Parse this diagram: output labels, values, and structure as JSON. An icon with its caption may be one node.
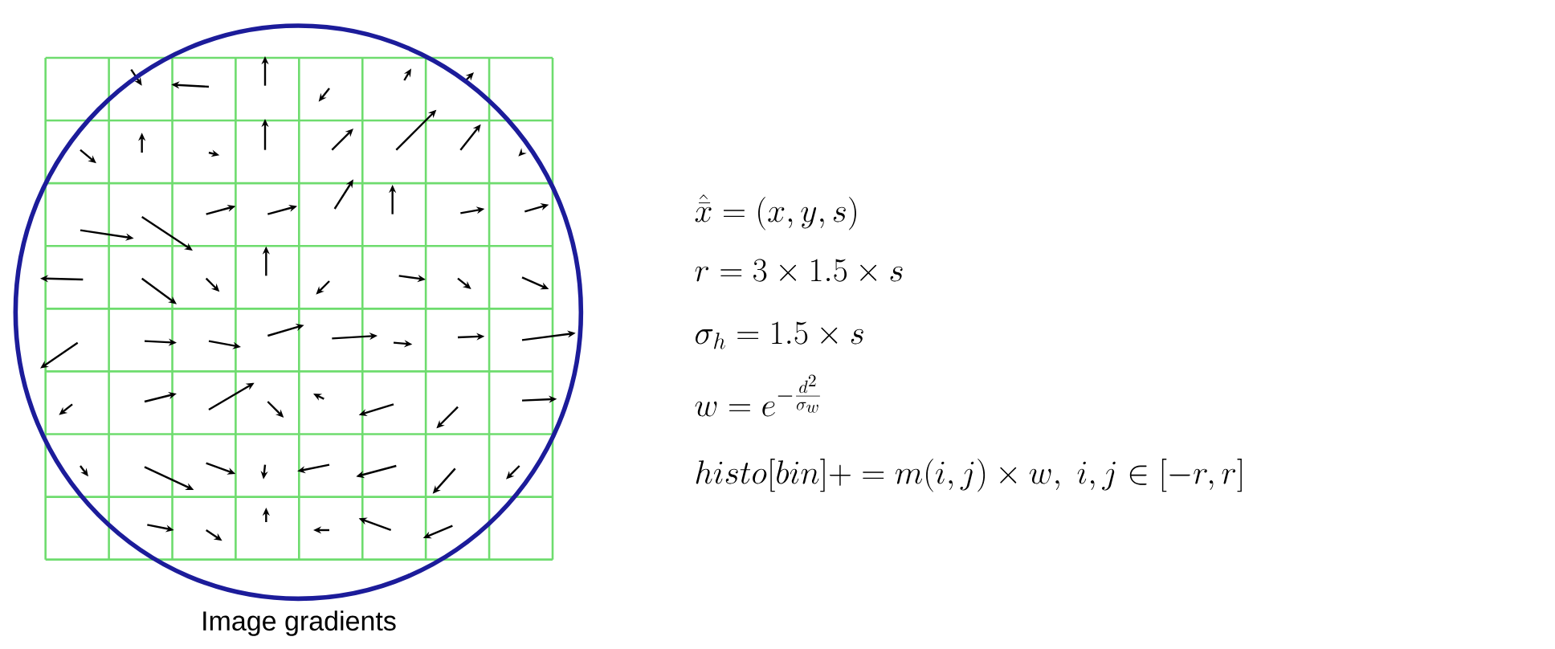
{
  "diagram": {
    "caption": "Image gradients",
    "labels": [
      "\\hat{\\bar{x}} = (x, y, s)",
      "r = 3 \\times 1.5 \\times s",
      "\\sigma_h = 1.5 \\times s",
      "w = e^{-\\frac{d^2}{\\sigma_w}}",
      "histo[bin] + = m(i, j) \\times w,\\ i, j \\in [-r, r]"
    ]
  }
}
